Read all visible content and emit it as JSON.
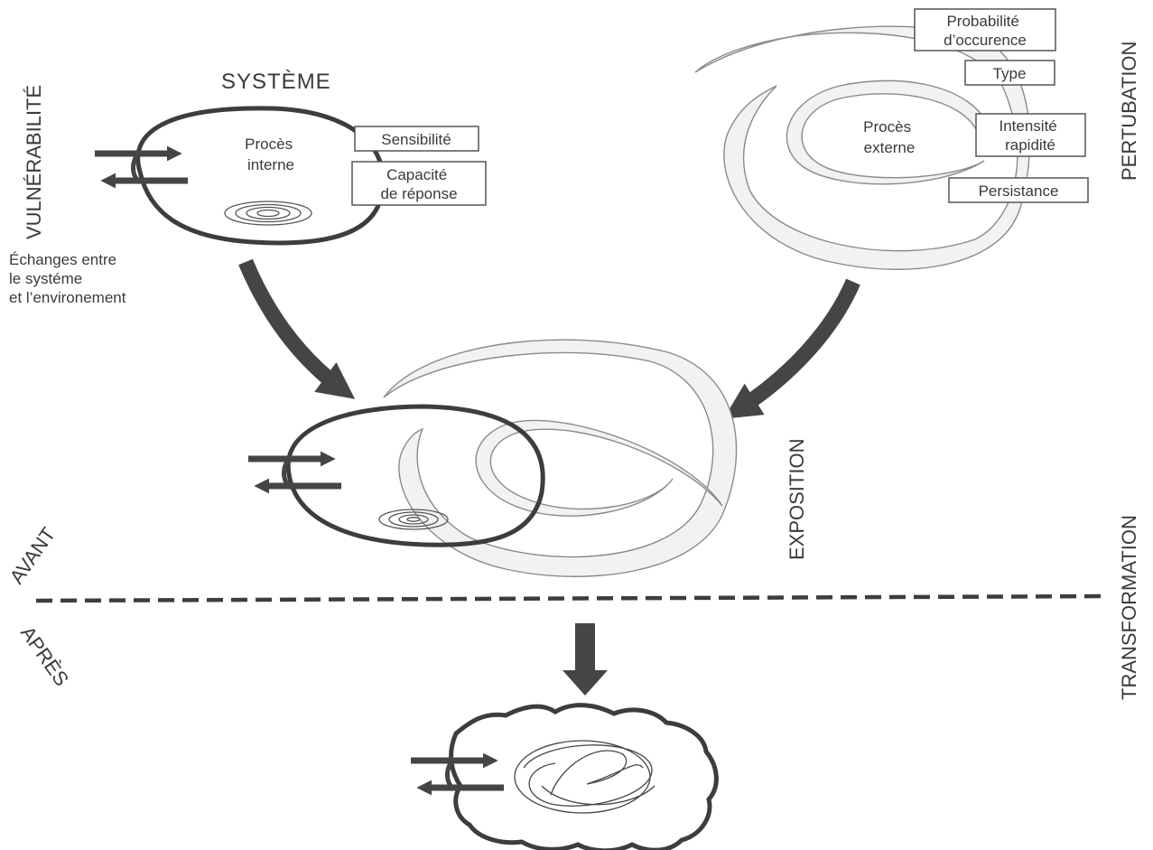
{
  "labels": {
    "systeme": "SYSTÈME",
    "vulnerabilite": "VULNÉRABILITÉ",
    "perturbation": "PERTUBATION",
    "exposition": "EXPOSITION",
    "transformation": "TRANSFORMATION",
    "avant": "AVANT",
    "apres": "APRÈS",
    "proces_interne": [
      "Procès",
      "interne"
    ],
    "proces_externe": [
      "Procès",
      "externe"
    ],
    "echanges": [
      "Échanges entre",
      "le systéme",
      "et l’environement"
    ]
  },
  "system_factors": {
    "sensibilite": "Sensibilité",
    "capacite": [
      "Capacité",
      "de réponse"
    ]
  },
  "perturbation_factors": {
    "probabilite": [
      "Probabilité",
      "d’occurence"
    ],
    "type": "Type",
    "intensite": [
      "Intensité",
      "rapidité"
    ],
    "persistance": "Persistance"
  },
  "colors": {
    "outline": "#3d3d3d",
    "arrow": "#454545",
    "spiral_fill": "#f2f2f2",
    "spiral_stroke": "#8a8a8a"
  }
}
